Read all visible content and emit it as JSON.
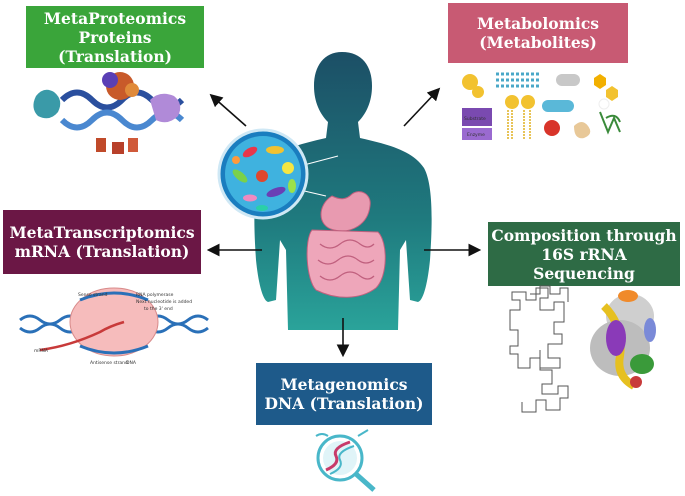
{
  "center": {
    "icon": "human-body-gut-icon",
    "colors": {
      "body": "#1f6f78",
      "microbiome": "#2ea9d6"
    }
  },
  "boxes": {
    "metaproteomics": {
      "line1": "MetaProteomics",
      "line2": "Proteins (Translation)",
      "color": "#3aa53a"
    },
    "metabolomics": {
      "line1": "Metabolomics",
      "line2": "(Metabolites)",
      "color": "#c85a73"
    },
    "metatranscriptomics": {
      "line1": "MetaTranscriptomics",
      "line2": "mRNA (Translation)",
      "color": "#6b1745"
    },
    "composition": {
      "line1": "Composition through",
      "line2": "16S rRNA Sequencing",
      "color": "#2e6b45"
    },
    "metagenomics": {
      "line1": "Metagenomics",
      "line2": "DNA (Translation)",
      "color": "#1e5a8a"
    }
  },
  "transcription_labels": {
    "sense": "Sense strand",
    "polymerase": "RNA polymerase",
    "added": "Next nucleotide is added",
    "end": "to the 3' end",
    "mrna": "mRNA",
    "antisense": "Antisense strand",
    "dna": "DNA"
  },
  "metabolite_labels": {
    "substrate": "Substrate",
    "enzyme": "Enzyme"
  }
}
